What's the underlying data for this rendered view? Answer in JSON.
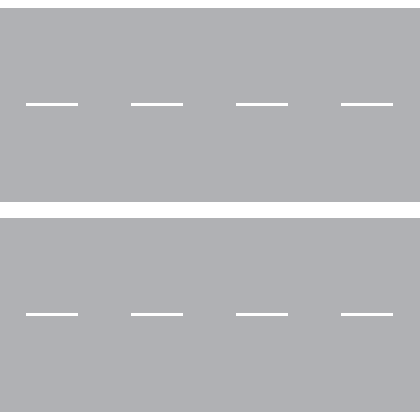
{
  "scene": {
    "background_color": "#ffffff",
    "road_color": "#b0b1b4",
    "marking_color": "#ffffff",
    "roads": [
      {
        "name": "top-road",
        "lane_dashes": 4
      },
      {
        "name": "bottom-road",
        "lane_dashes": 4
      }
    ]
  }
}
